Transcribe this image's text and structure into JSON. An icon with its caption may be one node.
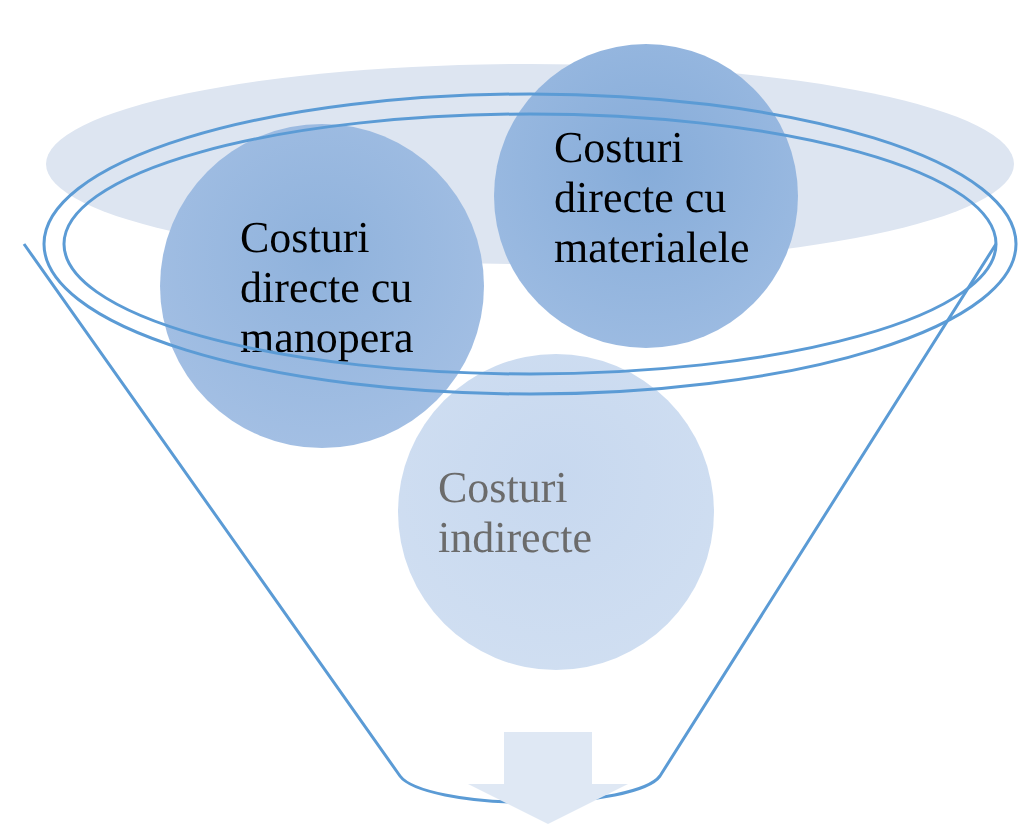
{
  "diagram": {
    "nodes": [
      {
        "text": [
          "Costuri directe cu manopera"
        ]
      },
      {
        "text": [
          "Costuri directe cu materialele"
        ]
      },
      {
        "text": [
          "Costuri indirecte"
        ]
      }
    ]
  }
}
